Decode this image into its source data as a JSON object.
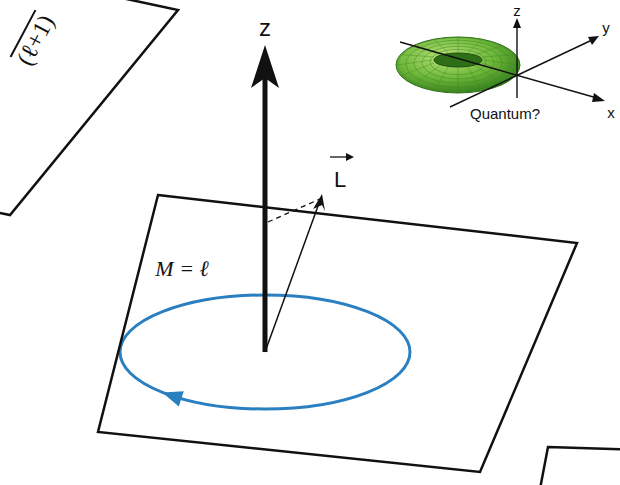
{
  "diagram": {
    "nodes": [
      {
        "text": [
          "(ℓ+1)"
        ]
      },
      {
        "text": [
          "M = ℓ"
        ]
      }
    ],
    "labels": [
      "z",
      "L",
      "z",
      "y",
      "x",
      "Quantum?"
    ]
  }
}
